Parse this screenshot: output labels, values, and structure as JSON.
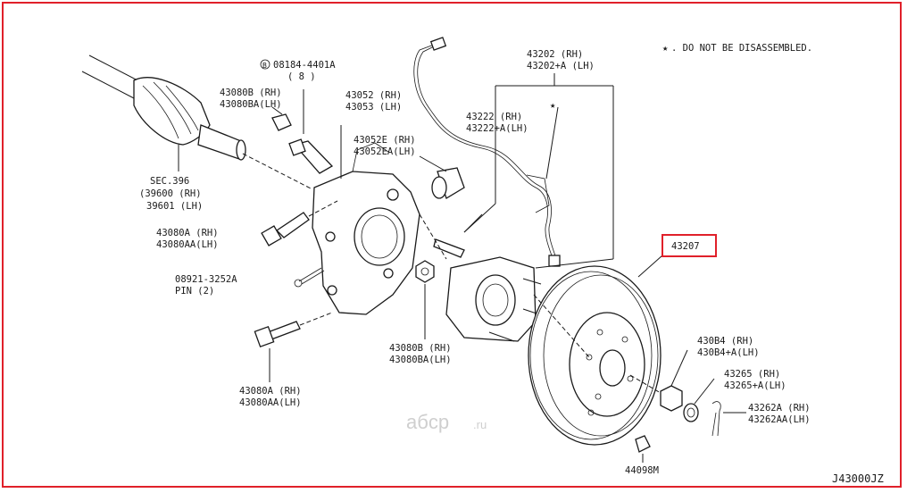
{
  "note": {
    "symbol": "★",
    "text": ". DO NOT BE DISASSEMBLED."
  },
  "watermark": {
    "brand": "aбcp",
    "tld": ".ru"
  },
  "diagram_code": "J43000JZ",
  "highlight_color": "#e0202a",
  "labels": {
    "bolt_8_prefix": "B",
    "bolt_8_l1": "08184-4401A",
    "bolt_8_l2": "( 8 )",
    "cover_rh": "43080B (RH)",
    "cover_lh": "43080BA(LH)",
    "knuckle_rh": "43052 (RH)",
    "knuckle_lh": "43053 (LH)",
    "bushing_rh": "43052E (RH)",
    "bushing_lh": "43052EA(LH)",
    "sec_l1": "SEC.396",
    "sec_l2": "(39600 (RH)",
    "sec_l3": "39601 (LH)",
    "bolt_a_rh": "43080A (RH)",
    "bolt_a_lh": "43080AA(LH)",
    "pin_l1": "08921-3252A",
    "pin_l2": "PIN (2)",
    "bolt_a2_rh": "43080A (RH)",
    "bolt_a2_lh": "43080AA(LH)",
    "nut_rh": "43080B (RH)",
    "nut_lh": "43080BA(LH)",
    "hub_rh": "43202 (RH)",
    "hub_lh": "43202+A (LH)",
    "sensor_rh": "43222 (RH)",
    "sensor_lh": "43222+A(LH)",
    "star": "★",
    "disc": "43207",
    "nut84_rh": "430B4 (RH)",
    "nut84_lh": "430B4+A(LH)",
    "washer_rh": "43265 (RH)",
    "washer_lh": "43265+A(LH)",
    "pin262_rh": "43262A (RH)",
    "pin262_lh": "43262AA(LH)",
    "cap": "44098M"
  }
}
